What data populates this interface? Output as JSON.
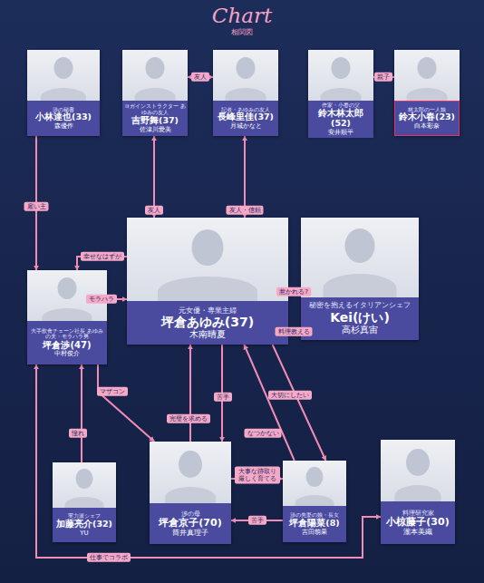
{
  "diagram": {
    "title": "Chart",
    "nodes": [
      {
        "text": [
          "渉の秘書",
          "小林達也(33)",
          "森優作"
        ]
      },
      {
        "text": [
          "ヨガインストラクター あゆみの友人",
          "吉野舞(37)",
          "佐津川愛美"
        ]
      },
      {
        "text": [
          "記者・あゆみの友人",
          "長峰里佳(37)",
          "月城かなと"
        ]
      },
      {
        "text": [
          "作家・小春の父",
          "鈴木林太郎(52)",
          "安井順平"
        ]
      },
      {
        "text": [
          "林太郎の一人娘",
          "鈴木小春(23)",
          "白本彩奈"
        ]
      },
      {
        "text": [
          "大手飲食チェーン社長 あゆみの夫・モラハラ男",
          "坪倉渉(47)",
          "中村俊介"
        ]
      },
      {
        "text": [
          "元女優・専業主婦",
          "坪倉あゆみ(37)",
          "木南晴夏"
        ]
      },
      {
        "text": [
          "秘密を抱えるイタリアンシェフ",
          "Kei(けい)",
          "高杉真宙"
        ]
      },
      {
        "text": [
          "実力派シェフ",
          "加藤亮介(32)",
          "YU"
        ]
      },
      {
        "text": [
          "渉の母",
          "坪倉京子(70)",
          "筒井真理子"
        ]
      },
      {
        "text": [
          "渉の先妻の娘・長女",
          "坪倉陽菜(8)",
          "吉田萌果"
        ]
      },
      {
        "text": [
          "料理研究家",
          "小椋藤子(30)",
          "瀧本美織"
        ]
      }
    ],
    "edges": [
      {
        "from": 0,
        "to": 5,
        "label": "雇い主",
        "arrow": "to"
      },
      {
        "from": 1,
        "to": 2,
        "label": "友人",
        "arrow": "both"
      },
      {
        "from": 1,
        "to": 6,
        "label": "友人",
        "arrow": "both"
      },
      {
        "from": 2,
        "to": 6,
        "label": "友人・信頼",
        "arrow": "both"
      },
      {
        "from": 3,
        "to": 4,
        "label": "親子",
        "arrow": "both"
      },
      {
        "from": 6,
        "to": 5,
        "label": "幸せなはずが",
        "arrow": "to"
      },
      {
        "from": 5,
        "to": 6,
        "label": "モラハラ",
        "arrow": "to"
      },
      {
        "from": 6,
        "to": 7,
        "label": "惹かれる?",
        "arrow": "to"
      },
      {
        "from": 7,
        "to": 6,
        "label": "料理教える",
        "arrow": "to"
      },
      {
        "from": 5,
        "to": 9,
        "label": "マザコン",
        "arrow": "to"
      },
      {
        "from": 8,
        "to": 5,
        "label": "憧れ",
        "arrow": "to"
      },
      {
        "from": 9,
        "to": 6,
        "label": "完璧を求める",
        "arrow": "to"
      },
      {
        "from": 6,
        "to": 9,
        "label": "苦手",
        "arrow": "to"
      },
      {
        "from": 10,
        "to": 6,
        "label": "なつかない",
        "arrow": "to"
      },
      {
        "from": 6,
        "to": 10,
        "label": "大切にしたい",
        "arrow": "to"
      },
      {
        "from": 9,
        "to": 10,
        "label": "大事な跡取り 厳しく育てる",
        "arrow": "to"
      },
      {
        "from": 10,
        "to": 9,
        "label": "苦手",
        "arrow": "to"
      },
      {
        "from": 5,
        "to": 11,
        "label": "仕事でコラボ",
        "arrow": "both"
      }
    ],
    "labels": [
      "相関図"
    ]
  }
}
